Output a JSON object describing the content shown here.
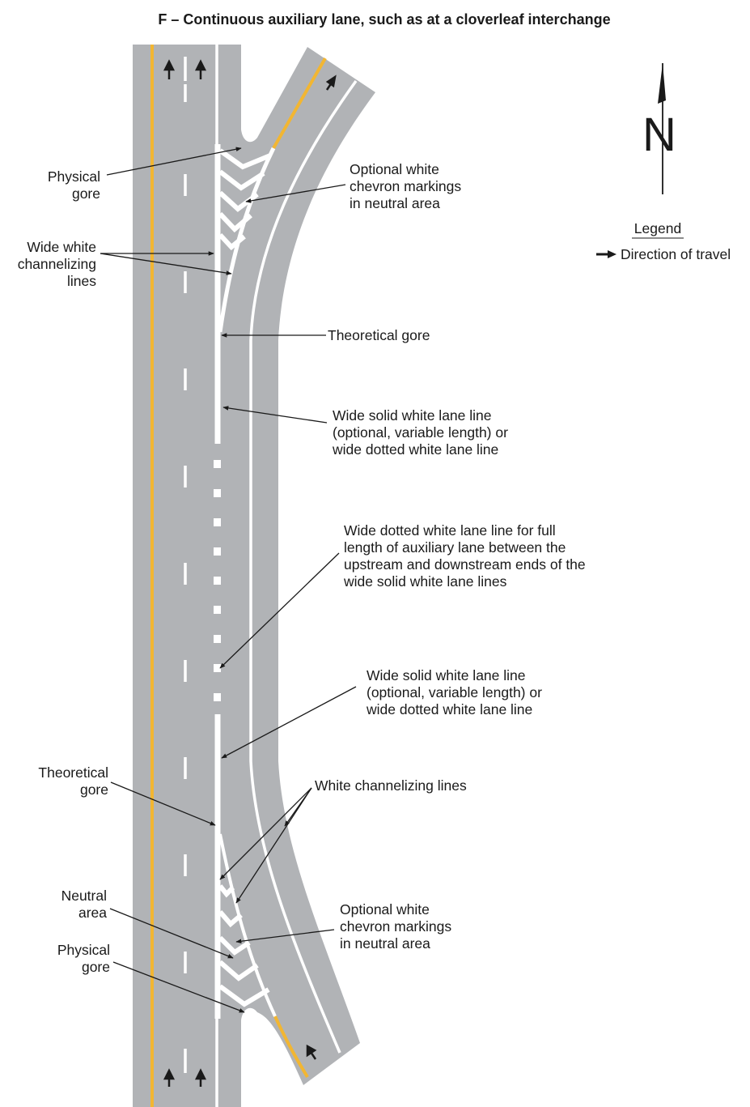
{
  "title": "F – Continuous auxiliary lane, such as at a cloverleaf interchange",
  "compass": {
    "letter": "N"
  },
  "legend": {
    "heading": "Legend",
    "direction_of_travel": "Direction of travel"
  },
  "callouts": {
    "physical_gore_top": [
      "Physical",
      "gore"
    ],
    "wide_white_channelizing": [
      "Wide white",
      "channelizing",
      "lines"
    ],
    "optional_chevron_top": [
      "Optional white",
      "chevron markings",
      "in neutral area"
    ],
    "theoretical_gore_top": [
      "Theoretical gore"
    ],
    "wide_solid_top": [
      "Wide solid white lane line",
      "(optional, variable length) or",
      "wide dotted white lane line"
    ],
    "wide_dotted_full": [
      "Wide dotted white lane line for full",
      "length of auxiliary lane between the",
      "upstream and downstream ends of the",
      "wide solid white lane lines"
    ],
    "wide_solid_bottom": [
      "Wide solid white lane line",
      "(optional, variable length) or",
      "wide dotted white lane line"
    ],
    "theoretical_gore_bottom": [
      "Theoretical",
      "gore"
    ],
    "white_channelizing": [
      "White channelizing lines"
    ],
    "neutral_area": [
      "Neutral",
      "area"
    ],
    "optional_chevron_bottom": [
      "Optional white",
      "chevron markings",
      "in neutral area"
    ],
    "physical_gore_bottom": [
      "Physical",
      "gore"
    ]
  },
  "colors": {
    "pavement": "#b1b3b6",
    "lane_line": "#ffffff",
    "edge_line": "#f2b632",
    "ink": "#1a1a1a"
  },
  "icons": [
    "north-arrow-icon",
    "direction-arrow-icon"
  ]
}
